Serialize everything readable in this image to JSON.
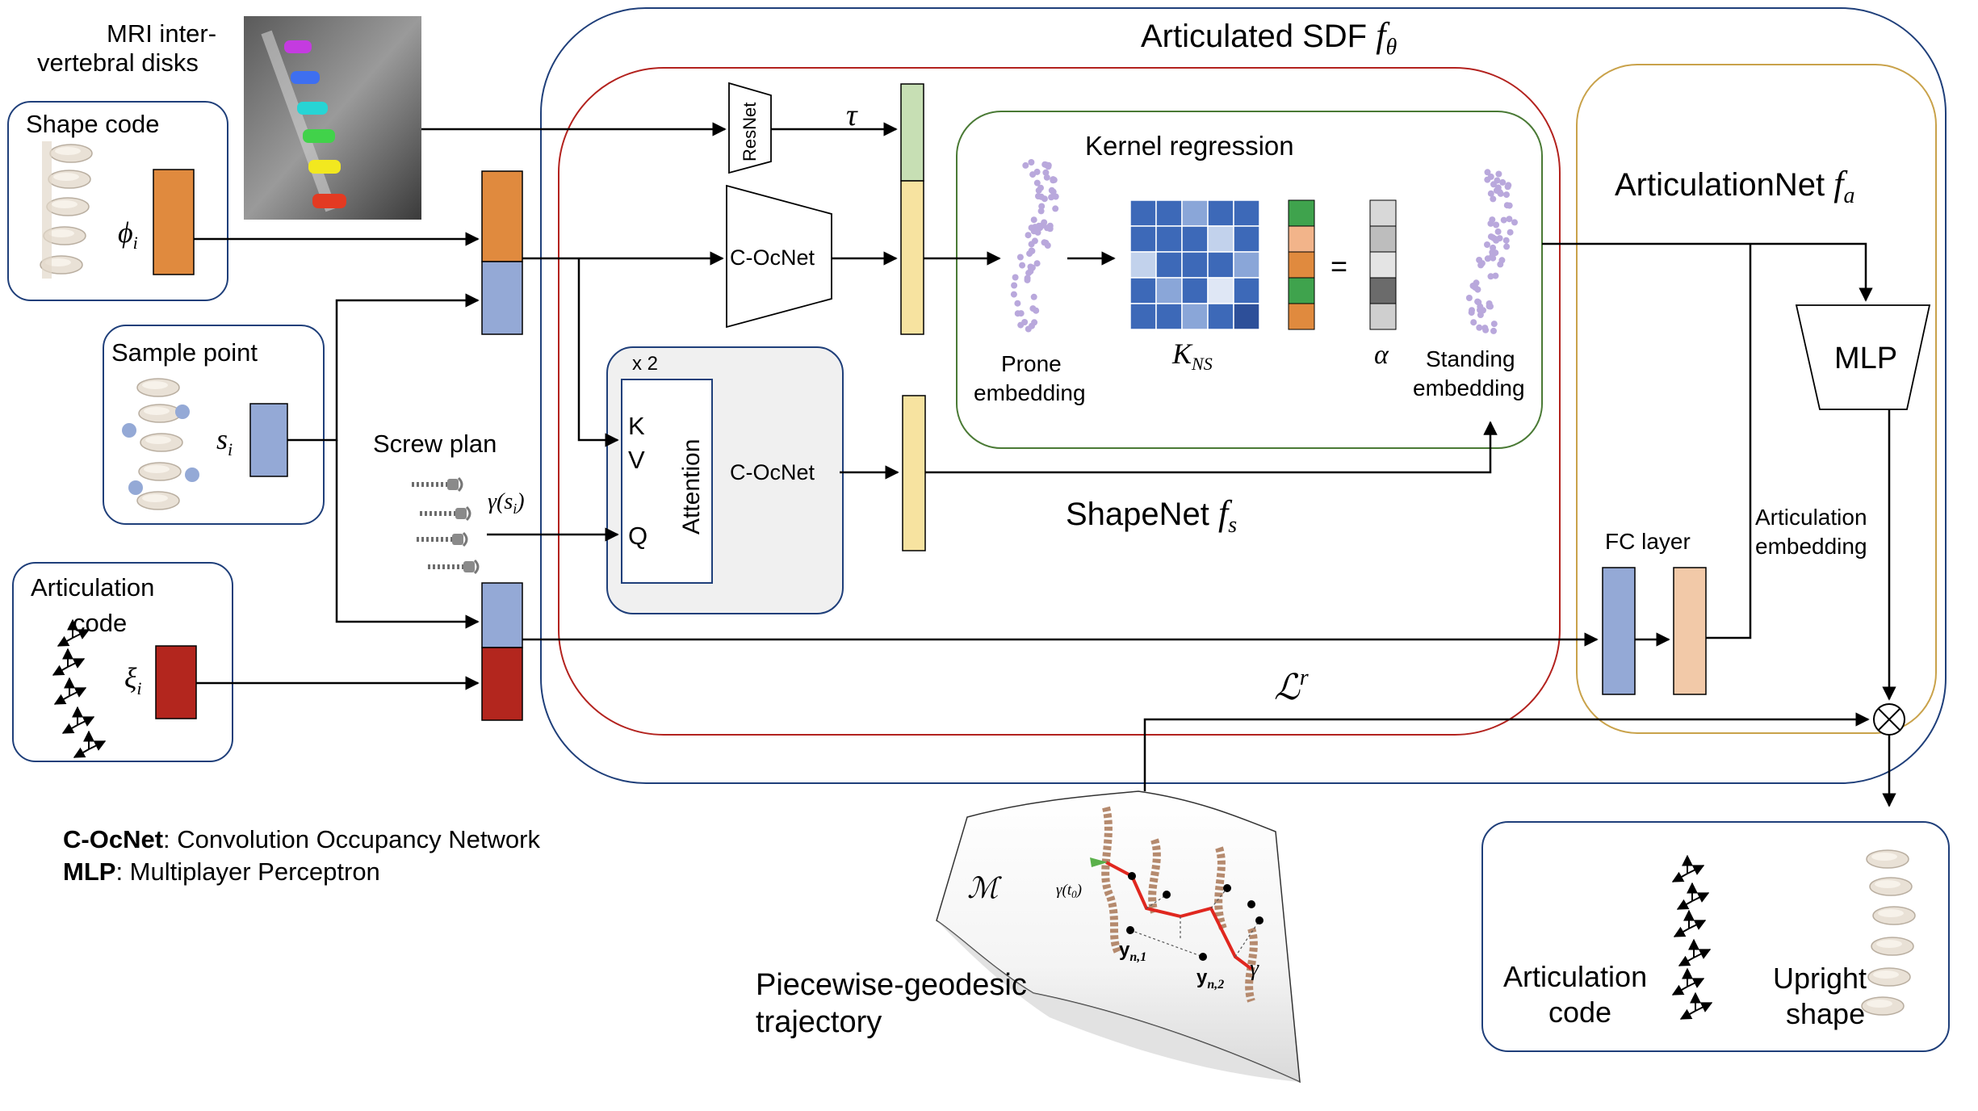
{
  "labels": {
    "mri": [
      "MRI inter-",
      "vertebral disks"
    ],
    "shape_code": "Shape code",
    "phi": "ϕ",
    "phi_sub": "i",
    "sample_point": "Sample point",
    "s": "s",
    "s_sub": "i",
    "articulation_code": [
      "Articulation",
      "code"
    ],
    "xi": "ξ",
    "xi_sub": "i",
    "screw_plan": "Screw plan",
    "gamma_s": "γ(s",
    "gamma_s_sub": "i",
    "gamma_s_close": ")",
    "sdf_title": "Articulated SDF ",
    "sdf_f": "f",
    "sdf_theta": "θ",
    "resnet": "ResNet",
    "tau": "τ",
    "coocnet_top": "C-OcNet",
    "coocnet_mid": "C-OcNet",
    "x2": "x 2",
    "k": "K",
    "v": "V",
    "q": "Q",
    "attention": "Attention",
    "kernel_regression": "Kernel regression",
    "prone": [
      "Prone",
      "embedding"
    ],
    "kns": "K",
    "kns_sub": "NS",
    "equals": "=",
    "alpha": "α",
    "standing": [
      "Standing",
      "embedding"
    ],
    "shapenet": "ShapeNet ",
    "shapenet_f": "f",
    "shapenet_s": "s",
    "articulationnet": "ArticulationNet ",
    "articulationnet_f": "f",
    "articulationnet_a": "a",
    "mlp": "MLP",
    "fc_layer": "FC layer",
    "articulation_embedding": [
      "Articulation",
      "embedding"
    ],
    "loss": "ℒ",
    "loss_sup": "r",
    "manifold": "ℳ",
    "gamma_t0": "γ(t",
    "gamma_t0_sub": "0",
    "gamma_t0_close": ")",
    "y_n1": "y",
    "y_n1_sub": "n,1",
    "y_n2": "y",
    "y_n2_sub": "n,2",
    "gamma": "γ",
    "trajectory": [
      "Piecewise-geodesic",
      "trajectory"
    ],
    "out_articulation": [
      "Articulation",
      "code"
    ],
    "out_upright": [
      "Upright",
      "shape"
    ]
  },
  "legend": [
    {
      "term": "C-OcNet",
      "desc": ": Convolution Occupancy Network"
    },
    {
      "term": "MLP",
      "desc": ": Multiplayer Perceptron"
    }
  ],
  "colors": {
    "outer_blue": "#1f3f7a",
    "red_box": "#b3221e",
    "green_box": "#4a7a35",
    "gold_box": "#c9a24a",
    "orange": "#e08a3e",
    "light_blue": "#94a9d6",
    "dark_red": "#b3261e",
    "peach": "#f2c9a8",
    "yellow": "#f7e3a0",
    "light_green": "#c7dfb4",
    "gray_panel": "#f0f0f0"
  }
}
